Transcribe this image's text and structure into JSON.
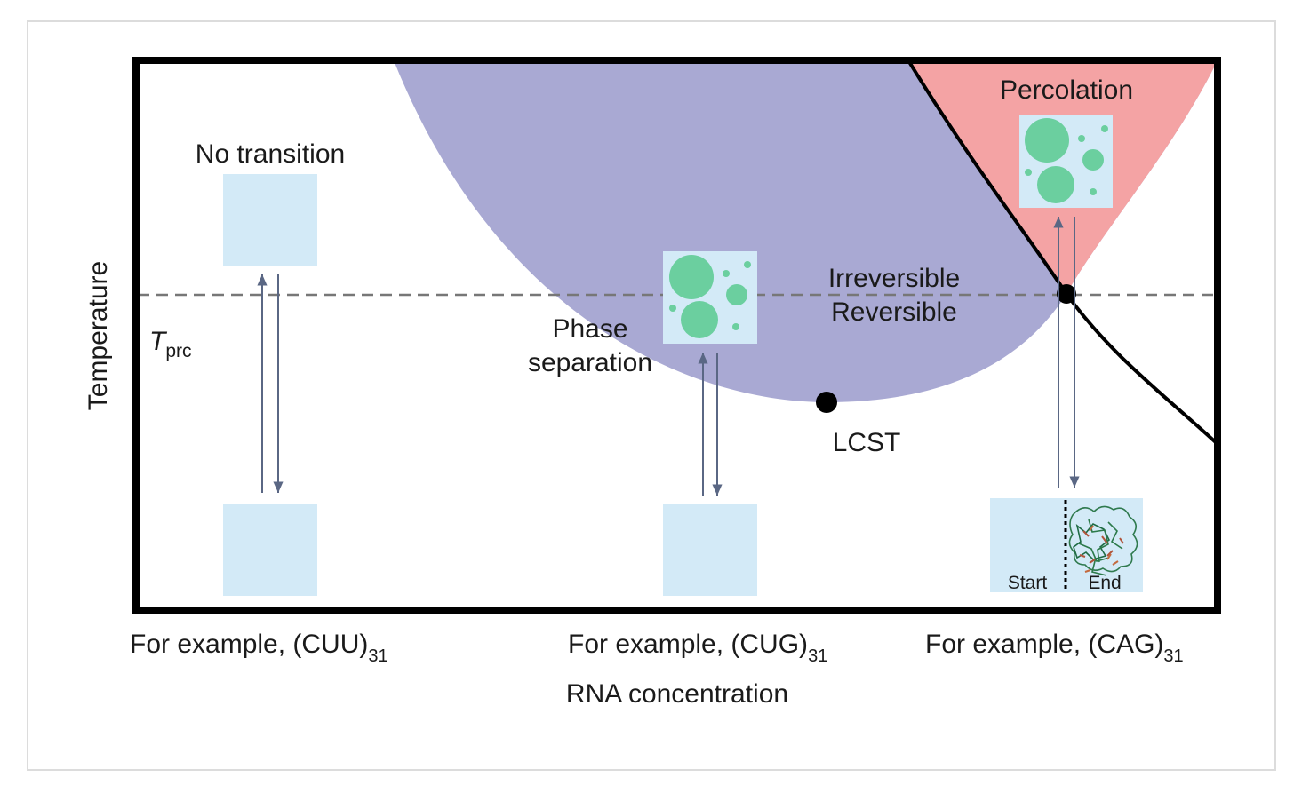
{
  "diagram": {
    "no_transition_label": "No transition",
    "percolation_label": "Percolation",
    "phase_separation_line1": "Phase",
    "phase_separation_line2": "separation",
    "irreversible_label": "Irreversible",
    "reversible_label": "Reversible",
    "lcst_label": "LCST",
    "tprc_main": "T",
    "tprc_sub": "prc",
    "start_label": "Start",
    "end_label": "End",
    "y_axis_label": "Temperature",
    "x_axis_label": "RNA concentration",
    "examples": [
      {
        "prefix": "For example, ",
        "seq": "(CUU)",
        "sub": "31"
      },
      {
        "prefix": "For example, ",
        "seq": "(CUG)",
        "sub": "31"
      },
      {
        "prefix": "For example, ",
        "seq": "(CAG)",
        "sub": "31"
      }
    ]
  },
  "colors": {
    "phase_region": "#a9a9d3",
    "percolation_region": "#f4a3a4",
    "box_fill": "#d3eaf7",
    "droplet": "#6bcf9f",
    "arrow": "#5a6784",
    "frame": "#000000"
  }
}
